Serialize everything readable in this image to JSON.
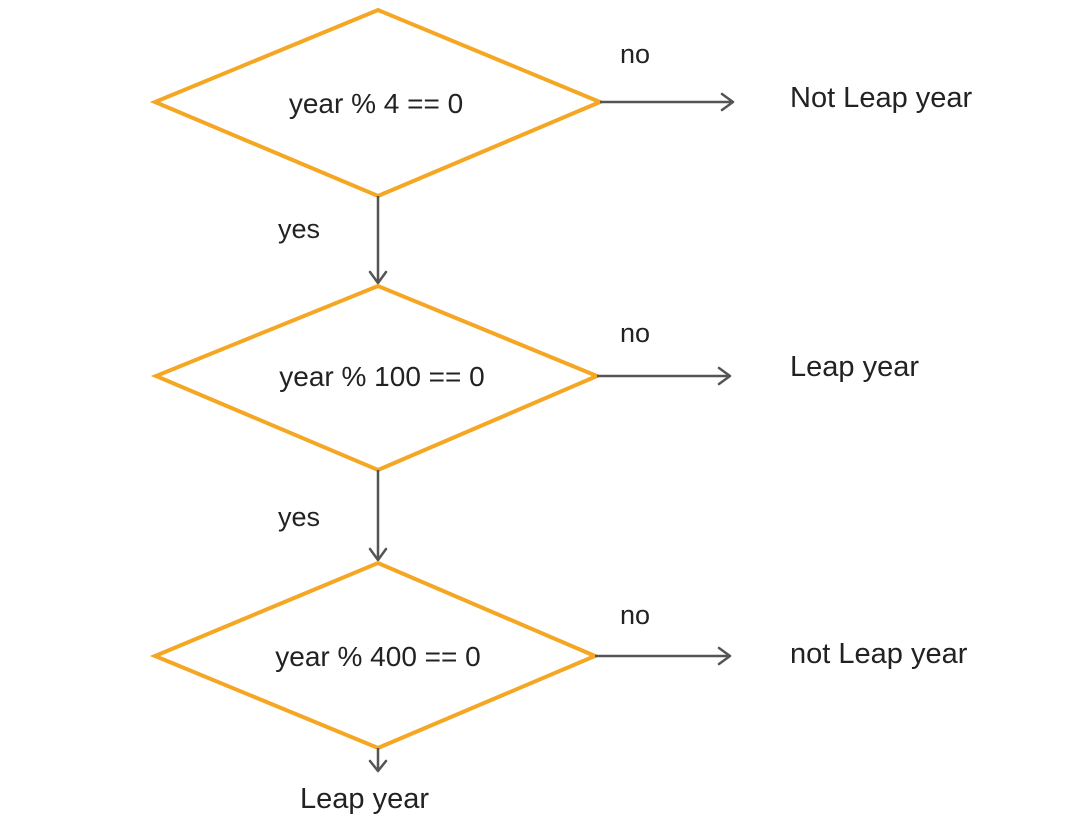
{
  "colors": {
    "decision_stroke": "#f5a623",
    "edge_stroke": "#555555",
    "text": "#222222",
    "background": "#ffffff"
  },
  "decisions": [
    {
      "condition": "year % 4 == 0",
      "no_label": "no",
      "no_result": "Not Leap year",
      "yes_label": "yes"
    },
    {
      "condition": "year % 100 == 0",
      "no_label": "no",
      "no_result": "Leap year",
      "yes_label": "yes"
    },
    {
      "condition": "year % 400 == 0",
      "no_label": "no",
      "no_result": "not Leap year"
    }
  ],
  "final_result": "Leap year"
}
